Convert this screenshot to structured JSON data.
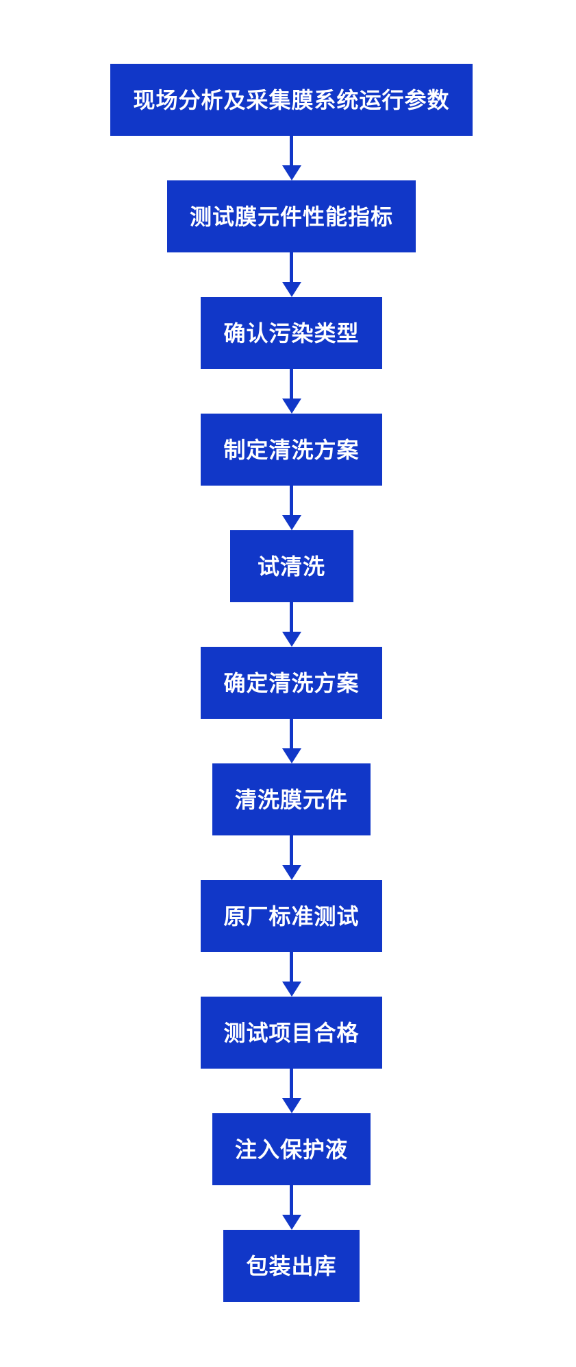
{
  "flowchart": {
    "type": "vertical-flowchart",
    "colors": {
      "background": "#FFFFFF",
      "box_fill": "#1137C8",
      "arrow": "#1137C8",
      "text": "#FFFFFF"
    },
    "steps": [
      {
        "label": "现场分析及采集膜系统运行参数"
      },
      {
        "label": "测试膜元件性能指标"
      },
      {
        "label": "确认污染类型"
      },
      {
        "label": "制定清洗方案"
      },
      {
        "label": "试清洗"
      },
      {
        "label": "确定清洗方案"
      },
      {
        "label": "清洗膜元件"
      },
      {
        "label": "原厂标准测试"
      },
      {
        "label": "测试项目合格"
      },
      {
        "label": "注入保护液"
      },
      {
        "label": "包装出库"
      }
    ]
  }
}
